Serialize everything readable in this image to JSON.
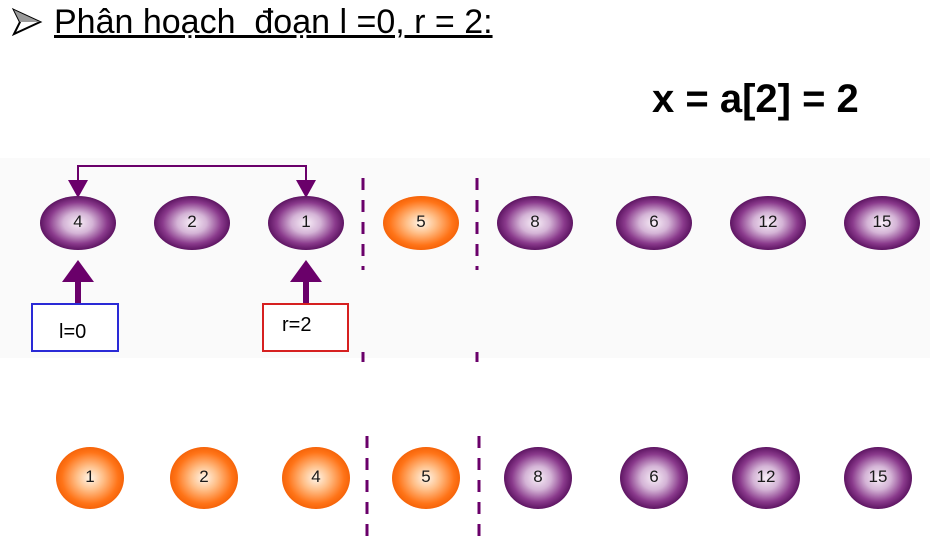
{
  "title": "Phân hoạch  đoạn l =0, r = 2:",
  "pivot_expr": "x = a[2] = 2",
  "row1": {
    "nodes": [
      {
        "label": "4",
        "color": "purple"
      },
      {
        "label": "2",
        "color": "purple"
      },
      {
        "label": "1",
        "color": "purple"
      },
      {
        "label": "5",
        "color": "orange"
      },
      {
        "label": "8",
        "color": "purple"
      },
      {
        "label": "6",
        "color": "purple"
      },
      {
        "label": "12",
        "color": "purple"
      },
      {
        "label": "15",
        "color": "purple"
      }
    ],
    "l_label": "l=0",
    "r_label": "r=2"
  },
  "row2": {
    "nodes": [
      {
        "label": "1",
        "color": "orange"
      },
      {
        "label": "2",
        "color": "orange"
      },
      {
        "label": "4",
        "color": "orange"
      },
      {
        "label": "5",
        "color": "orange"
      },
      {
        "label": "8",
        "color": "purple"
      },
      {
        "label": "6",
        "color": "purple"
      },
      {
        "label": "12",
        "color": "purple"
      },
      {
        "label": "15",
        "color": "purple"
      }
    ]
  },
  "colors": {
    "purple_dark": "#5a0a5a",
    "purple_light": "#f4e8f4",
    "orange_dark": "#ff6a10",
    "orange_light": "#fff0e0",
    "arrow": "#6a006a",
    "divider": "#6a006a",
    "l_box_border": "#2a2ad6",
    "r_box_border": "#d62020"
  },
  "icons": {
    "bullet": "arrowhead-bullet-icon"
  }
}
